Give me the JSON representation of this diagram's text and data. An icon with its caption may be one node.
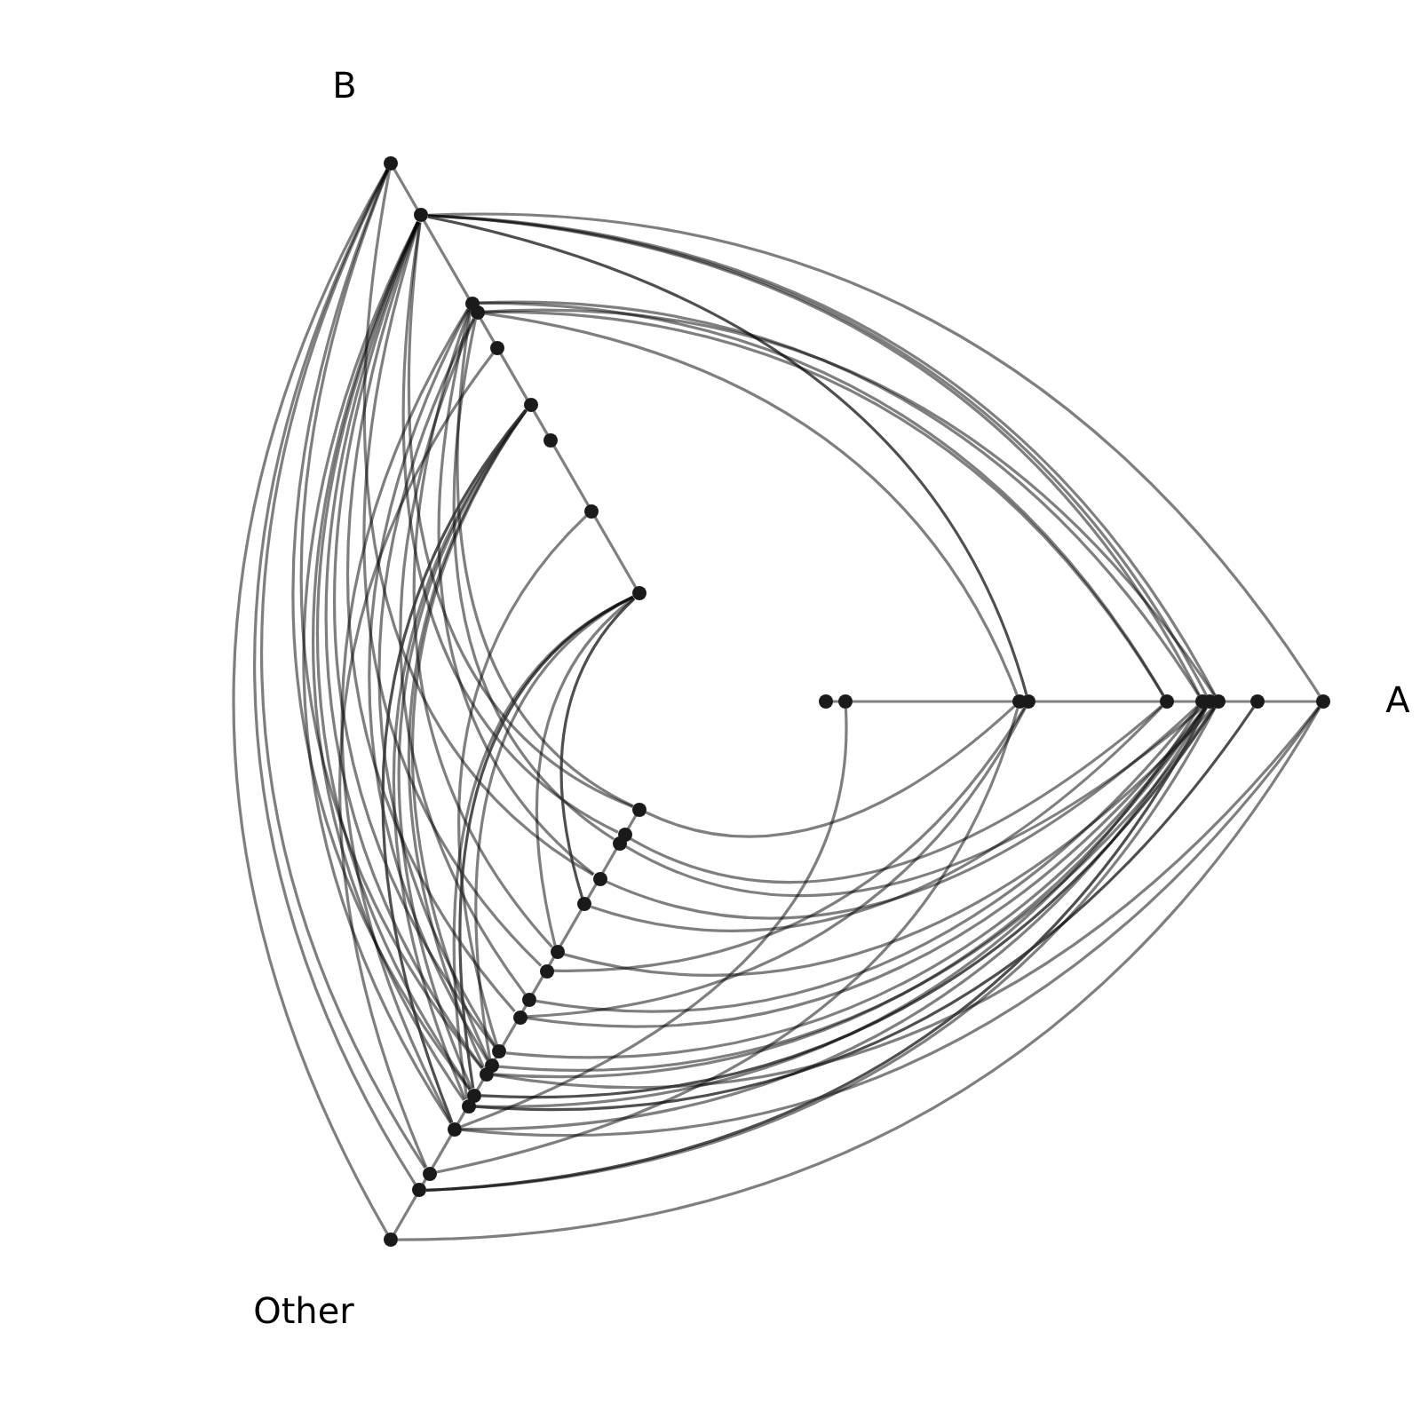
{
  "diagram": {
    "nodes": [
      {
        "text": [],
        "shape": "circle"
      },
      {
        "text": [],
        "shape": "circle"
      },
      {
        "text": [],
        "shape": "circle"
      },
      {
        "text": [],
        "shape": "circle"
      },
      {
        "text": [],
        "shape": "circle"
      },
      {
        "text": [],
        "shape": "circle"
      },
      {
        "text": [],
        "shape": "circle"
      },
      {
        "text": [],
        "shape": "circle"
      },
      {
        "text": [],
        "shape": "circle"
      },
      {
        "text": [],
        "shape": "circle"
      },
      {
        "text": [],
        "shape": "circle"
      },
      {
        "text": [],
        "shape": "circle"
      },
      {
        "text": [],
        "shape": "circle"
      },
      {
        "text": [],
        "shape": "circle"
      },
      {
        "text": [],
        "shape": "circle"
      },
      {
        "text": [],
        "shape": "circle"
      },
      {
        "text": [],
        "shape": "circle"
      },
      {
        "text": [],
        "shape": "circle"
      },
      {
        "text": [],
        "shape": "circle"
      },
      {
        "text": [],
        "shape": "circle"
      },
      {
        "text": [],
        "shape": "circle"
      },
      {
        "text": [],
        "shape": "circle"
      },
      {
        "text": [],
        "shape": "circle"
      },
      {
        "text": [],
        "shape": "circle"
      },
      {
        "text": [],
        "shape": "circle"
      },
      {
        "text": [],
        "shape": "circle"
      },
      {
        "text": [],
        "shape": "circle"
      },
      {
        "text": [],
        "shape": "circle"
      },
      {
        "text": [],
        "shape": "circle"
      },
      {
        "text": [],
        "shape": "circle"
      },
      {
        "text": [],
        "shape": "circle"
      },
      {
        "text": [],
        "shape": "circle"
      },
      {
        "text": [],
        "shape": "circle"
      },
      {
        "text": [],
        "shape": "circle"
      },
      {
        "text": [],
        "shape": "circle"
      },
      {
        "text": [],
        "shape": "circle"
      },
      {
        "text": [],
        "shape": "circle"
      }
    ],
    "edges": [
      {
        "from": 1,
        "to": 18,
        "arrow": "none"
      },
      {
        "from": 1,
        "to": 15,
        "arrow": "none"
      },
      {
        "from": 1,
        "to": 16,
        "arrow": "none"
      },
      {
        "from": 1,
        "to": 14,
        "arrow": "none"
      },
      {
        "from": 1,
        "to": 12,
        "arrow": "none",
        "color": "#303030"
      },
      {
        "from": 2,
        "to": 14,
        "arrow": "none"
      },
      {
        "from": 2,
        "to": 13,
        "arrow": "none"
      },
      {
        "from": 3,
        "to": 16,
        "arrow": "none"
      },
      {
        "from": 3,
        "to": 11,
        "arrow": "none"
      },
      {
        "from": 3,
        "to": 13,
        "arrow": "none"
      },
      {
        "from": 0,
        "to": 36,
        "arrow": "none"
      },
      {
        "from": 0,
        "to": 35,
        "arrow": "none"
      },
      {
        "from": 0,
        "to": 34,
        "arrow": "none"
      },
      {
        "from": 0,
        "to": 31,
        "arrow": "none"
      },
      {
        "from": 0,
        "to": 30,
        "arrow": "none"
      },
      {
        "from": 0,
        "to": 22,
        "arrow": "none"
      },
      {
        "from": 1,
        "to": 33,
        "arrow": "none"
      },
      {
        "from": 1,
        "to": 32,
        "arrow": "none"
      },
      {
        "from": 1,
        "to": 31,
        "arrow": "none"
      },
      {
        "from": 1,
        "to": 30,
        "arrow": "none"
      },
      {
        "from": 1,
        "to": 28,
        "arrow": "none"
      },
      {
        "from": 1,
        "to": 27,
        "arrow": "none"
      },
      {
        "from": 1,
        "to": 25,
        "arrow": "none"
      },
      {
        "from": 1,
        "to": 19,
        "arrow": "none"
      },
      {
        "from": 1,
        "to": 20,
        "arrow": "none"
      },
      {
        "from": 2,
        "to": 33,
        "arrow": "none"
      },
      {
        "from": 2,
        "to": 24,
        "arrow": "none"
      },
      {
        "from": 2,
        "to": 29,
        "arrow": "none"
      },
      {
        "from": 2,
        "to": 19,
        "arrow": "none"
      },
      {
        "from": 2,
        "to": 22,
        "arrow": "none"
      },
      {
        "from": 3,
        "to": 26,
        "arrow": "none"
      },
      {
        "from": 3,
        "to": 28,
        "arrow": "none"
      },
      {
        "from": 3,
        "to": 21,
        "arrow": "none"
      },
      {
        "from": 4,
        "to": 34,
        "arrow": "none"
      },
      {
        "from": 5,
        "to": 31,
        "arrow": "none"
      },
      {
        "from": 5,
        "to": 32,
        "arrow": "none"
      },
      {
        "from": 5,
        "to": 30,
        "arrow": "none"
      },
      {
        "from": 5,
        "to": 29,
        "arrow": "none"
      },
      {
        "from": 5,
        "to": 33,
        "arrow": "none",
        "color": "#303030"
      },
      {
        "from": 7,
        "to": 28,
        "arrow": "none"
      },
      {
        "from": 8,
        "to": 23,
        "arrow": "none",
        "color": "#303030"
      },
      {
        "from": 8,
        "to": 24,
        "arrow": "none"
      },
      {
        "from": 8,
        "to": 31,
        "arrow": "none",
        "color": "#303030"
      },
      {
        "from": 8,
        "to": 32,
        "arrow": "none"
      },
      {
        "from": 8,
        "to": 29,
        "arrow": "none"
      },
      {
        "from": 19,
        "to": 11,
        "arrow": "none"
      },
      {
        "from": 20,
        "to": 13,
        "arrow": "none"
      },
      {
        "from": 21,
        "to": 15,
        "arrow": "none"
      },
      {
        "from": 22,
        "to": 14,
        "arrow": "none"
      },
      {
        "from": 23,
        "to": 13,
        "arrow": "none"
      },
      {
        "from": 24,
        "to": 16,
        "arrow": "none"
      },
      {
        "from": 25,
        "to": 12,
        "arrow": "none"
      },
      {
        "from": 26,
        "to": 14,
        "arrow": "none"
      },
      {
        "from": 27,
        "to": 15,
        "arrow": "none"
      },
      {
        "from": 28,
        "to": 15,
        "arrow": "none"
      },
      {
        "from": 29,
        "to": 16,
        "arrow": "none"
      },
      {
        "from": 30,
        "to": 18,
        "arrow": "none"
      },
      {
        "from": 31,
        "to": 16,
        "arrow": "none",
        "color": "#303030"
      },
      {
        "from": 32,
        "to": 14,
        "arrow": "none"
      },
      {
        "from": 32,
        "to": 17,
        "arrow": "none",
        "color": "#303030"
      },
      {
        "from": 33,
        "to": 18,
        "arrow": "none"
      },
      {
        "from": 33,
        "to": 15,
        "arrow": "none"
      },
      {
        "from": 34,
        "to": 11,
        "arrow": "none"
      },
      {
        "from": 35,
        "to": 15,
        "arrow": "none",
        "color": "#303030"
      },
      {
        "from": 35,
        "to": 16,
        "arrow": "none"
      },
      {
        "from": 36,
        "to": 18,
        "arrow": "none"
      },
      {
        "from": 10,
        "to": 33,
        "arrow": "none"
      },
      {
        "from": 27,
        "to": 12,
        "arrow": "none"
      },
      {
        "from": 30,
        "to": 15,
        "arrow": "none"
      }
    ],
    "labels": [
      "B",
      "A",
      "Other"
    ]
  }
}
